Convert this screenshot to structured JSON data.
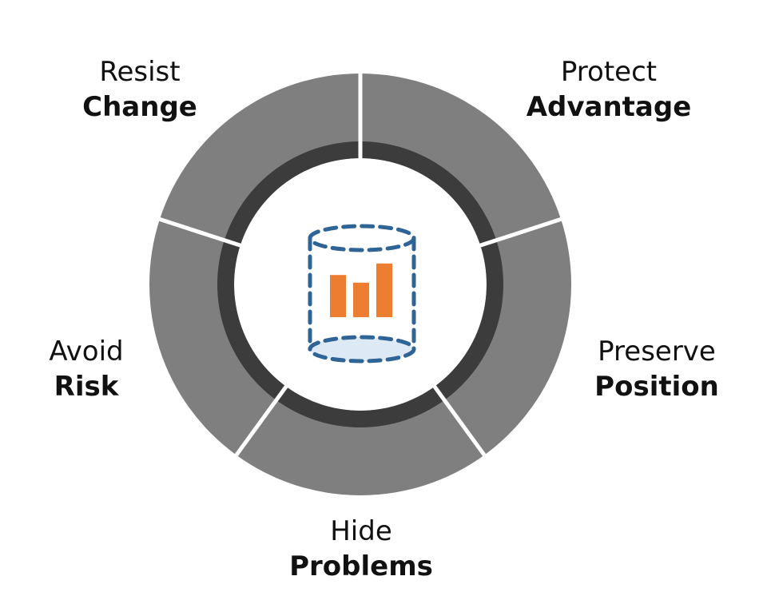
{
  "colors": {
    "segment": "#7f7f7f",
    "inner_ring": "#3c3c3c",
    "cylinder": "#2f6497",
    "cylinder_fill": "#dde9f5",
    "bars": "#ed7d31",
    "gap": "#ffffff"
  },
  "center_icon": "database-chart-icon",
  "bar_values": [
    0.55,
    0.45,
    0.7
  ],
  "segments": [
    {
      "line1": "Protect",
      "line2": "Advantage"
    },
    {
      "line1": "Preserve",
      "line2": "Position"
    },
    {
      "line1": "Hide",
      "line2": "Problems"
    },
    {
      "line1": "Avoid",
      "line2": "Risk"
    },
    {
      "line1": "Resist",
      "line2": "Change"
    }
  ]
}
